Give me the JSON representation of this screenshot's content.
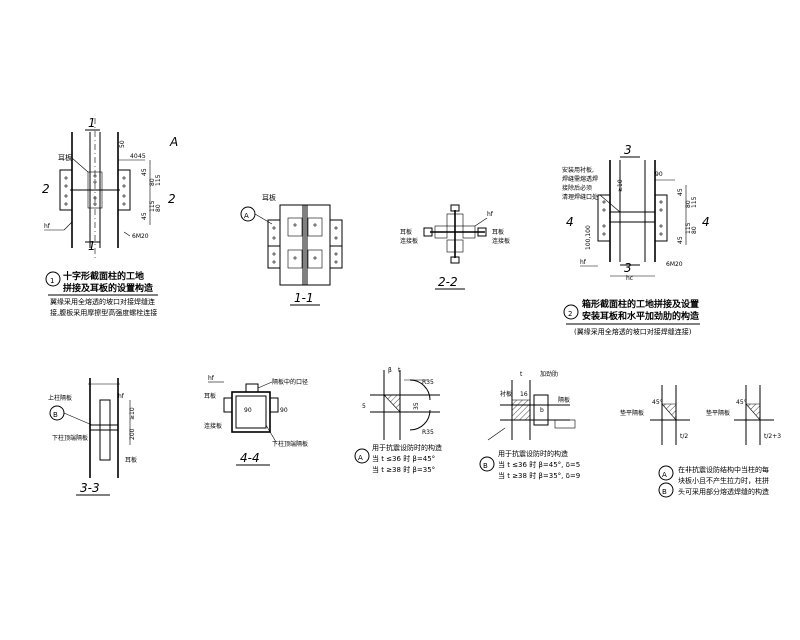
{
  "top_right_mark": "A",
  "detail1": {
    "section_mark": "1",
    "section_mark_side": "2",
    "label_ear_plate": "耳板",
    "label_h": "hf",
    "dims_top": [
      "50",
      "40",
      "45"
    ],
    "dims_right": [
      "45",
      "80",
      "115",
      "115",
      "80",
      "45"
    ],
    "bolt_spec": "6M20",
    "caption_num": "1",
    "caption_line1": "十字形截面柱的工地",
    "caption_line2": "拼接及耳板的设置构造",
    "note_line1": "翼缘采用全熔透的坡口对接焊缝连",
    "note_line2": "接,腹板采用摩擦型高强度螺栓连接"
  },
  "section_1_1": {
    "callout": "A",
    "label_ear_plate": "耳板",
    "title": "1-1"
  },
  "section_2_2": {
    "label_ear_plate_left": "耳板",
    "label_plate_left": "连接板",
    "label_ear_plate_right": "耳板",
    "label_plate_right": "连接板",
    "label_h": "hf",
    "title": "2-2"
  },
  "detail2": {
    "section_mark": "3",
    "section_mark_side": "4",
    "note1": "安装用衬板,",
    "note2": "焊缝需熔透焊",
    "note3": "接除后必须",
    "note4": "清理焊缝口处",
    "dims_top": [
      "90"
    ],
    "dims_right": [
      "45",
      "80",
      "115",
      "115",
      "80",
      "45"
    ],
    "dim_gap": "≥10",
    "dim_left": "100,100",
    "bolt_spec": "6M20",
    "label_h": "hf",
    "label_hc": "hc",
    "caption_num": "2",
    "caption_line1": "箱形截面柱的工地拼接及设置",
    "caption_line2": "安装耳板和水平加劲肋的构造",
    "caption_note": "(翼缘采用全熔透的坡口对接焊缝连接)"
  },
  "section_3_3": {
    "callout": "B",
    "label_top": "上柱隔板",
    "label_bottom": "下柱顶端隔板",
    "label_ear_plate": "耳板",
    "label_h": "hf",
    "dim1": "≥10",
    "dim2": "200",
    "title": "3-3"
  },
  "section_4_4": {
    "label_h": "hf",
    "label_ear_plate": "耳板",
    "label_plate": "连接板",
    "label_top": "隔板中的口径",
    "label_bottom": "下柱顶端隔板",
    "dim_a": "90",
    "dim_b": "90",
    "title": "4-4"
  },
  "detail_A": {
    "label_r35_top": "R35",
    "label_r35_bottom": "R35",
    "label_beta": "β",
    "label_t": "t",
    "dim_a": "5",
    "dim_b": "35",
    "callout": "A",
    "text1": "用于抗震设防时的构造",
    "text2": "当 t ≤36 时 β=45°",
    "text3": "当 t ≥38 时 β=35°"
  },
  "detail_B": {
    "label_t": "t",
    "label_plate": "衬板",
    "label_weld": "隔板",
    "label_top": "加劲肋",
    "label_16": "16",
    "label_b": "b",
    "callout": "B",
    "text1": "用于抗震设防时的构造",
    "text2": "当 t ≤36 时 β=45°, δ=5",
    "text3": "当 t ≥38 时 β=35°, δ=9"
  },
  "detail_C": {
    "label_left": "垫平隔板",
    "label_right": "垫平隔板",
    "label_left_dim": "t/2",
    "label_right_dim": "t/2+3",
    "angle_left": "45°",
    "angle_right": "45°",
    "callout_a": "A",
    "callout_b": "B",
    "note1": "在非抗震设防结构中当柱的每",
    "note2": "块板小且不产生拉力时，柱拼",
    "note3": "头可采用部分熔透焊缝的构造"
  }
}
